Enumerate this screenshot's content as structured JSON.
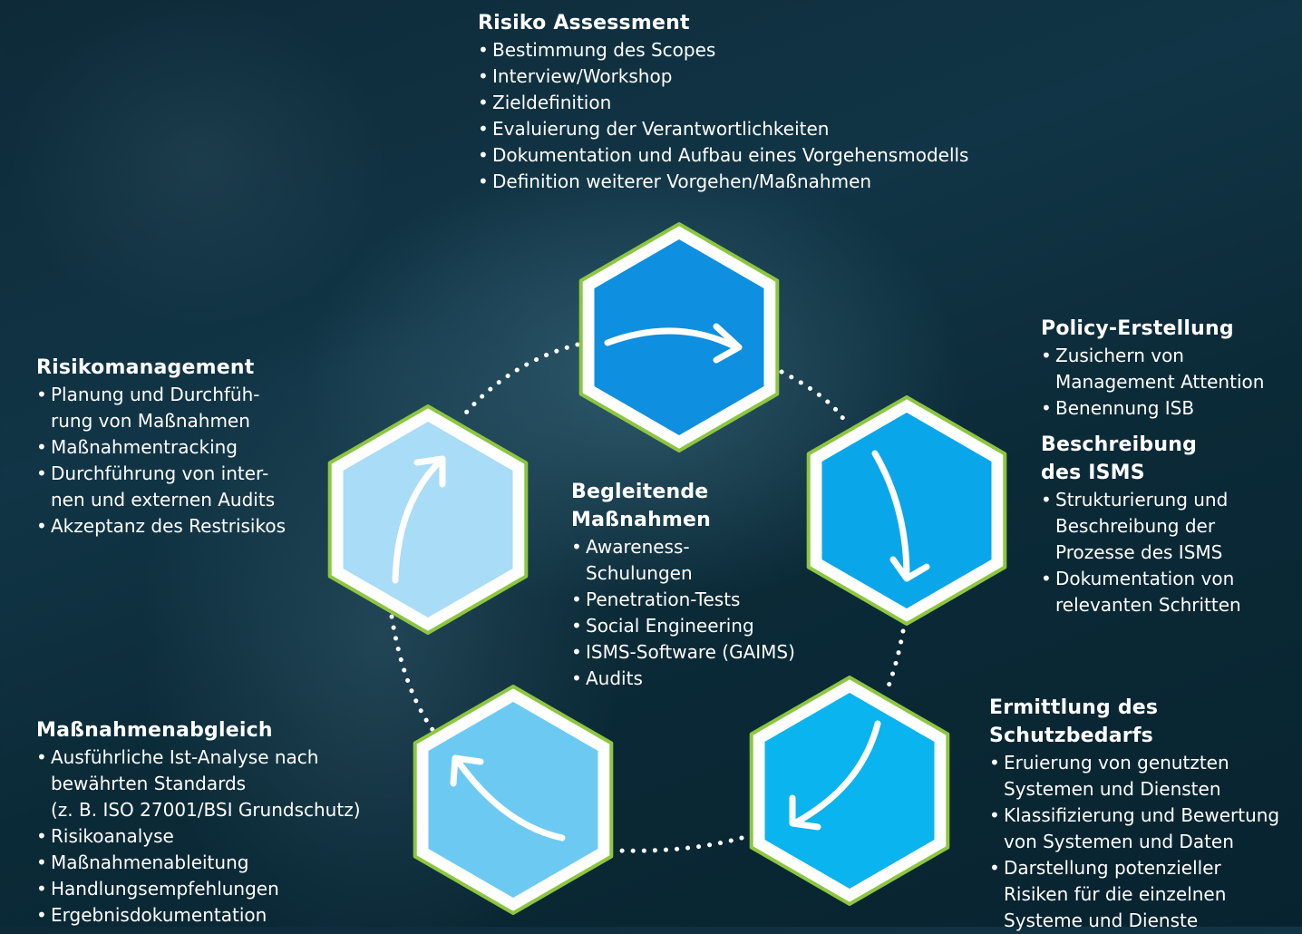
{
  "colors": {
    "hex_border": "#8dc63f",
    "hex_top": "#0f8fdf",
    "hex_right": "#0aa6ea",
    "hex_bottom_right": "#0ab4ee",
    "hex_bottom_left": "#6ccaf2",
    "hex_left": "#a9dcf6",
    "arrow": "#ffffff",
    "dots": "#ffffff"
  },
  "center": {
    "title_lines": [
      "Begleitende",
      "Maßnahmen"
    ],
    "items": [
      [
        "Awareness-",
        "Schulungen"
      ],
      [
        "Penetration-Tests"
      ],
      [
        "Social Engineering"
      ],
      [
        "ISMS-Software (GAIMS)"
      ],
      [
        "Audits"
      ]
    ]
  },
  "risiko_assessment": {
    "title_lines": [
      "Risiko Assessment"
    ],
    "items": [
      [
        "Bestimmung des Scopes"
      ],
      [
        "Interview/Workshop"
      ],
      [
        "Zieldefinition"
      ],
      [
        "Evaluierung der Verantwortlichkeiten"
      ],
      [
        "Dokumentation und Aufbau eines Vorgehensmodells"
      ],
      [
        "Definition weiterer Vorgehen/Maßnahmen"
      ]
    ]
  },
  "policy": {
    "title_lines": [
      "Policy-Erstellung"
    ],
    "items": [
      [
        "Zusichern von",
        "Management Attention"
      ],
      [
        "Benennung ISB"
      ]
    ]
  },
  "beschreibung": {
    "title_lines": [
      "Beschreibung",
      "des ISMS"
    ],
    "items": [
      [
        "Strukturierung und",
        "Beschreibung der",
        "Prozesse des ISMS"
      ],
      [
        "Dokumentation von",
        "relevanten Schritten"
      ]
    ]
  },
  "schutzbedarf": {
    "title_lines": [
      "Ermittlung des",
      "Schutzbedarfs"
    ],
    "items": [
      [
        "Eruierung von genutzten",
        "Systemen und Diensten"
      ],
      [
        "Klassifizierung und Bewertung",
        "von Systemen und Daten"
      ],
      [
        "Darstellung potenzieller",
        "Risiken für die einzelnen",
        "Systeme und Dienste"
      ]
    ]
  },
  "risikomanagement": {
    "title_lines": [
      "Risikomanagement"
    ],
    "items": [
      [
        "Planung und Durchfüh-",
        "rung von Maßnahmen"
      ],
      [
        "Maßnahmentracking"
      ],
      [
        "Durchführung von inter-",
        "nen und externen Audits"
      ],
      [
        "Akzeptanz des Restrisikos"
      ]
    ]
  },
  "massnahmenabgleich": {
    "title_lines": [
      "Maßnahmenabgleich"
    ],
    "items": [
      [
        "Ausführliche Ist-Analyse nach",
        "bewährten Standards",
        "(z. B. ISO 27001/BSI Grundschutz)"
      ],
      [
        "Risikoanalyse"
      ],
      [
        "Maßnahmenableitung"
      ],
      [
        "Handlungsempfehlungen"
      ],
      [
        "Ergebnisdokumentation"
      ]
    ]
  }
}
